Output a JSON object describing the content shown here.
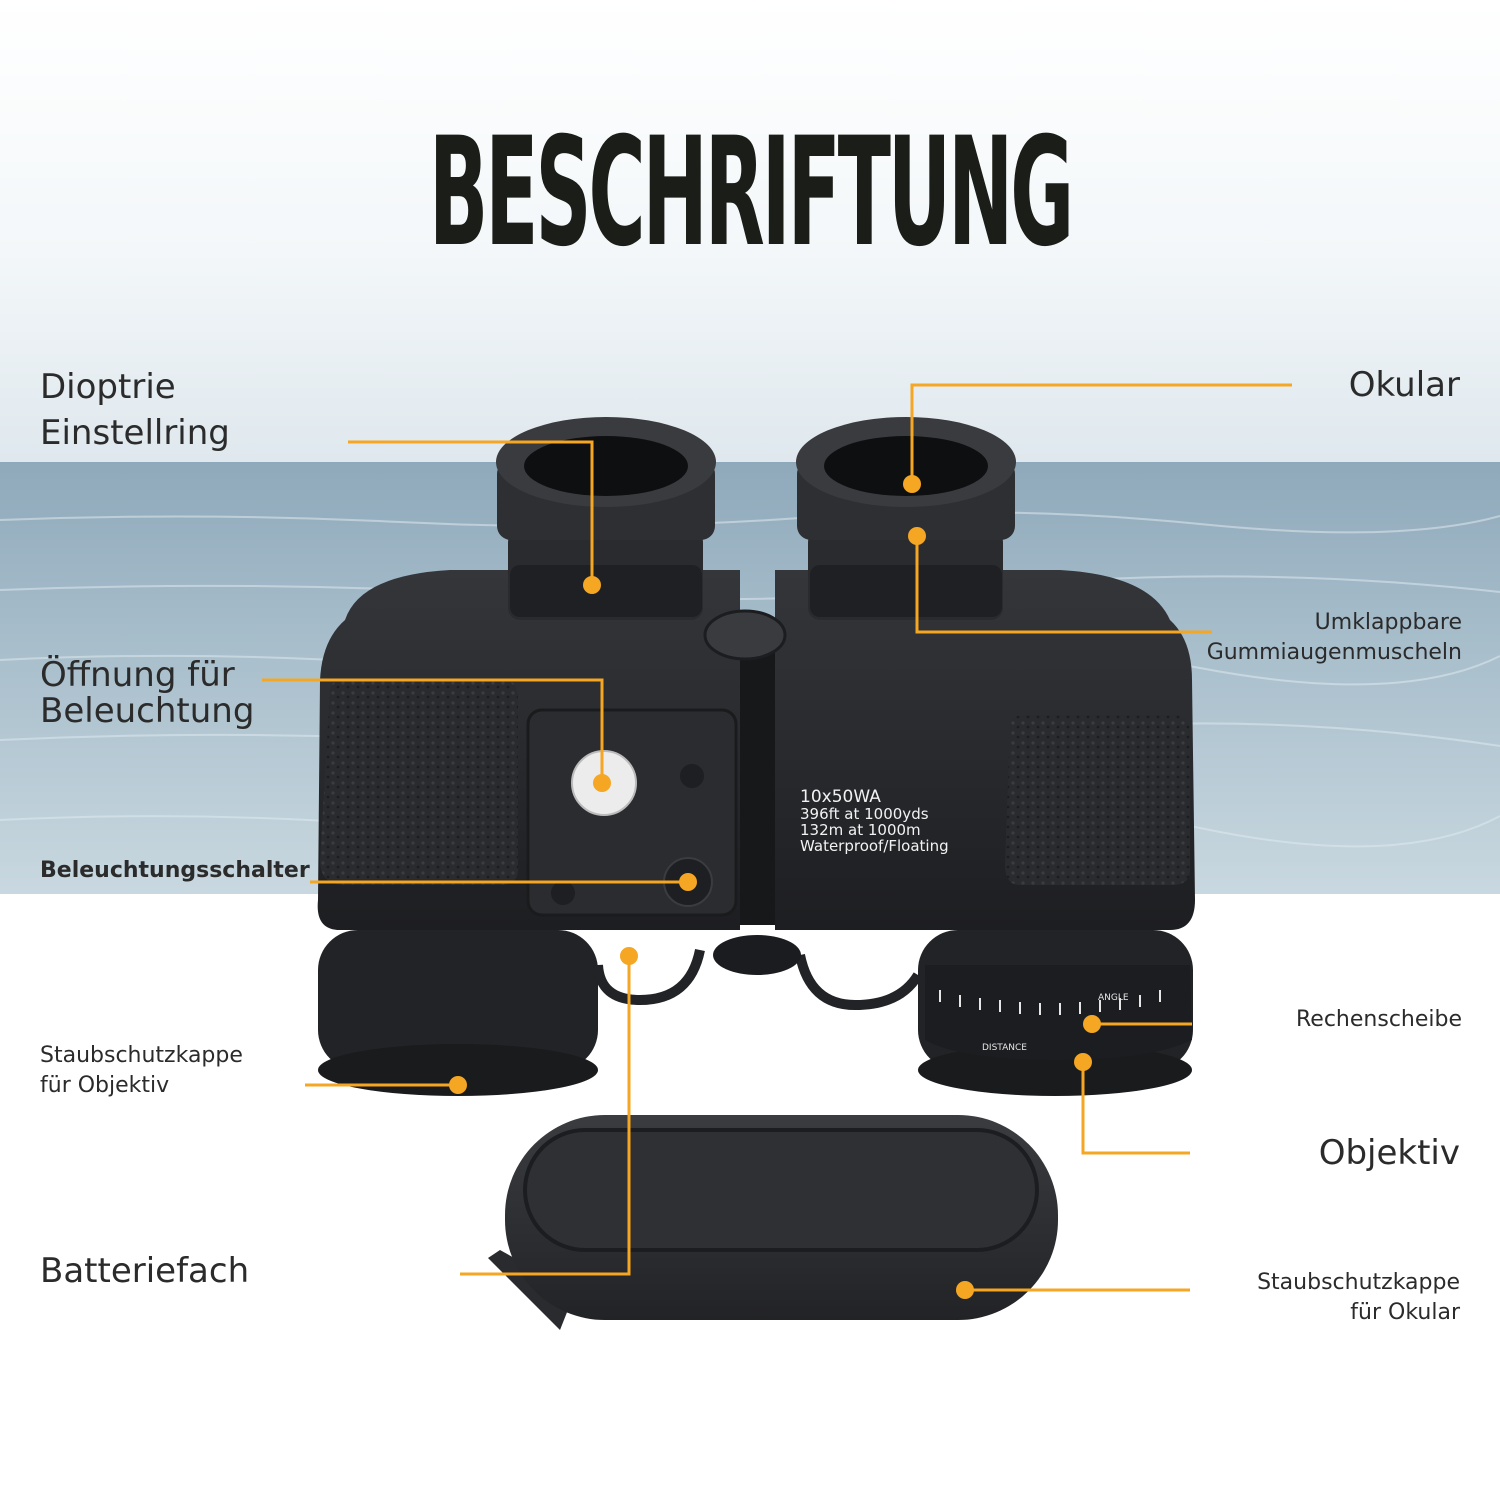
{
  "title": "BESCHRIFTUNG",
  "colors": {
    "accent": "#f5a623",
    "text": "#2b2b2b",
    "body": "#26272a",
    "sea": "#9fb7c6"
  },
  "product_print": {
    "line1": "10x50WA",
    "line2": "396ft at 1000yds",
    "line3": "132m at 1000m",
    "line4": "Waterproof/Floating"
  },
  "dial": {
    "angle": "ANGLE",
    "distance": "DISTANCE"
  },
  "labels": {
    "dioptrie": {
      "line1": "Dioptrie",
      "line2": "Einstellring"
    },
    "beleuchtung_oeffnung": {
      "line1": "Öffnung für",
      "line2": "Beleuchtung"
    },
    "schalter": "Beleuchtungsschalter",
    "staub_objektiv": {
      "line1": "Staubschutzkappe",
      "line2": "für Objektiv"
    },
    "batterie": "Batteriefach",
    "okular": "Okular",
    "augenmuscheln": {
      "line1": "Umklappbare",
      "line2": "Gummiaugenmuscheln"
    },
    "rechenscheibe": "Rechenscheibe",
    "objektiv": "Objektiv",
    "staub_okular": {
      "line1": "Staubschutzkappe",
      "line2": "für Okular"
    }
  }
}
